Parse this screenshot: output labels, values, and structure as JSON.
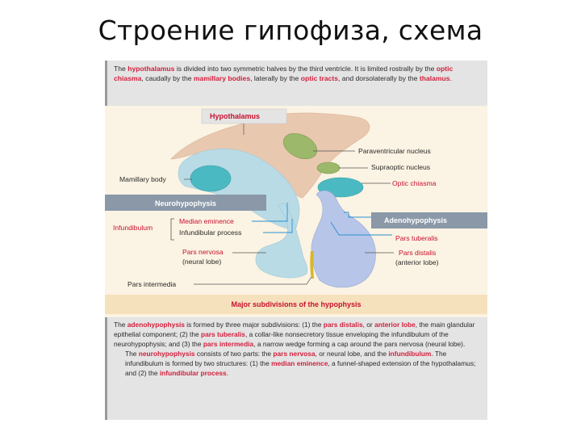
{
  "slide_title": "Строение гипофиза, схема",
  "intro": {
    "p1": "The ",
    "hypothalamus": "hypothalamus",
    "p2": " is divided into two symmetric halves by the third ventricle. It is limited rostrally by the ",
    "optic_chiasma": "optic chiasma",
    "p3": ", caudally by the ",
    "mamillary_bodies": "mamillary bodies",
    "p4": ", laterally by the ",
    "optic_tracts": "optic tracts",
    "p5": ", and dorsolaterally by the ",
    "thalamus": "thalamus",
    "p6": "."
  },
  "diagram": {
    "hypothalamus_header": "Hypothalamus",
    "paraventricular": "Paraventricular nucleus",
    "supraoptic": "Supraoptic nucleus",
    "mamillary_body": "Mamillary body",
    "optic_chiasma": "Optic chiasma",
    "neurohypophysis_header": "Neurohypophysis",
    "adenohypophysis_header": "Adenohypophysis",
    "infundibulum": "Infundibulum",
    "median_eminence": "Median eminence",
    "infundibular_process": "Infundibular process",
    "pars_tuberalis": "Pars tuberalis",
    "pars_nervosa": "Pars nervosa",
    "neural_lobe": "(neural lobe)",
    "pars_distalis": "Pars distalis",
    "anterior_lobe": "(anterior lobe)",
    "pars_intermedia": "Pars intermedia",
    "major_subdivisions": "Major subdivisions of the hypophysis"
  },
  "bottom": {
    "a1": "The ",
    "adenohypophysis": "adenohypophysis",
    "a2": " is formed by three major subdivisions: (1) the ",
    "pars_distalis": "pars distalis",
    "a3": ", or ",
    "anterior_lobe": "anterior lobe",
    "a4": ", the main glandular epithelial component; (2) the ",
    "pars_tuberalis": "pars tuberalis",
    "a5": ", a collar-like nonsecretory tissue enveloping the infundibulum of the neurohypophysis; and (3) the ",
    "pars_intermedia": "pars intermedia",
    "a6": ", a narrow wedge forming a cap around the pars nervosa (neural lobe).",
    "n1": "The ",
    "neurohypophysis": "neurohypophysis",
    "n2": " consists of two parts: the ",
    "pars_nervosa": "pars nervosa",
    "n3": ", or neural lobe, and the ",
    "infundibulum": "infundibulum",
    "n4": ". The infundibulum is formed by two structures: (1) the ",
    "median_eminence": "median eminence",
    "n5": ", a funnel-shaped extension of the hypothalamus; and (2) the ",
    "infundibular_process": "infundibular process",
    "n6": "."
  },
  "colors": {
    "accent_red": "#c8102e",
    "header_gray": "#8a98a8",
    "hypothalamus": "#e9c8b0",
    "neuro_blue": "#b9dbe6",
    "adeno_lavender": "#b7c6e8",
    "nucleus_green": "#9cb86a",
    "teal": "#4bb9c2"
  }
}
